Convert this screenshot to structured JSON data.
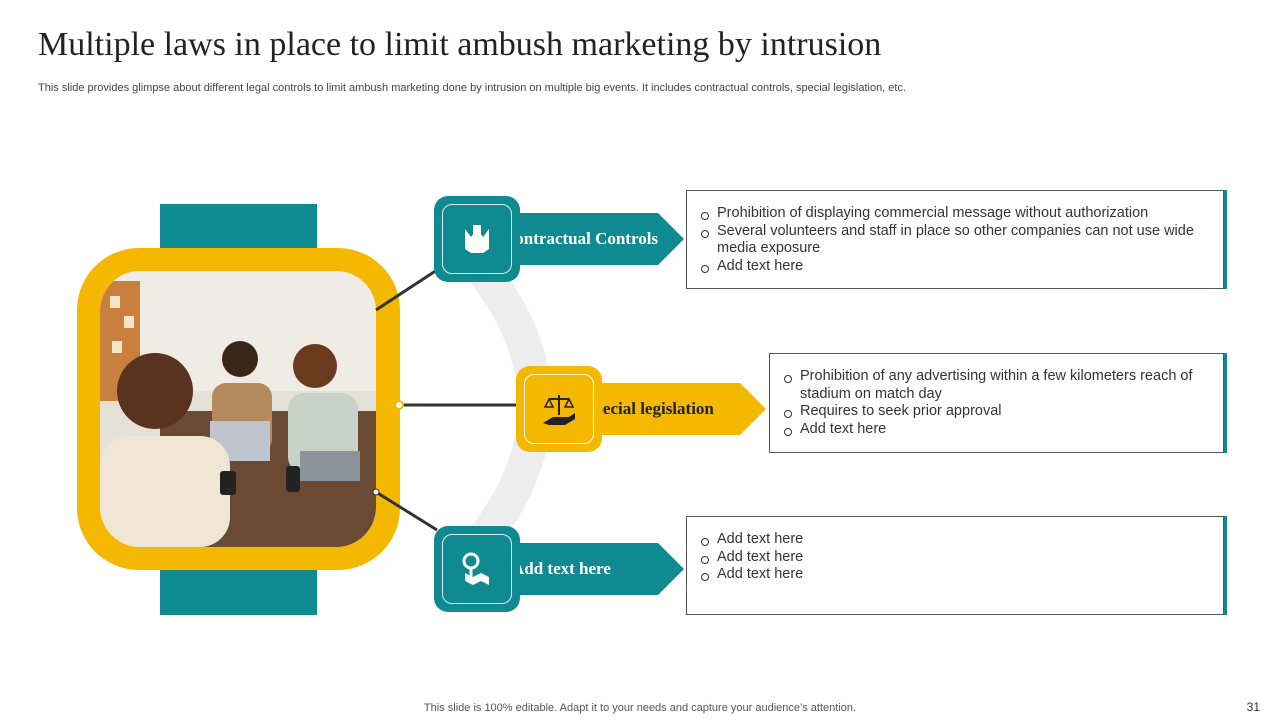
{
  "slide": {
    "title": "Multiple laws in place to limit ambush marketing by intrusion",
    "subtitle": "This slide provides glimpse about different legal controls to limit ambush marketing done by intrusion on multiple big events. It includes contractual controls, special legislation, etc.",
    "footer": "This slide is 100% editable. Adapt it to your needs and capture your audience’s attention.",
    "page_number": "31"
  },
  "colors": {
    "teal": "#0f8a91",
    "yellow": "#f5b800",
    "arc": "#eeeeee"
  },
  "items": [
    {
      "label": "Contractual Controls",
      "icon": "contract-document-icon",
      "bullets": [
        "Prohibition of displaying commercial message without authorization",
        "Several volunteers and staff in place so other companies can not use wide media exposure",
        "Add text here"
      ]
    },
    {
      "label": "Special legislation",
      "icon": "scales-hand-icon",
      "bullets": [
        "Prohibition of any advertising within a few kilometers reach of stadium on match day",
        "Requires to seek prior approval",
        "Add text here"
      ]
    },
    {
      "label": "Add text here",
      "icon": "map-pin-icon",
      "bullets": [
        "Add text here",
        "Add  text here",
        "Add text here"
      ]
    }
  ]
}
